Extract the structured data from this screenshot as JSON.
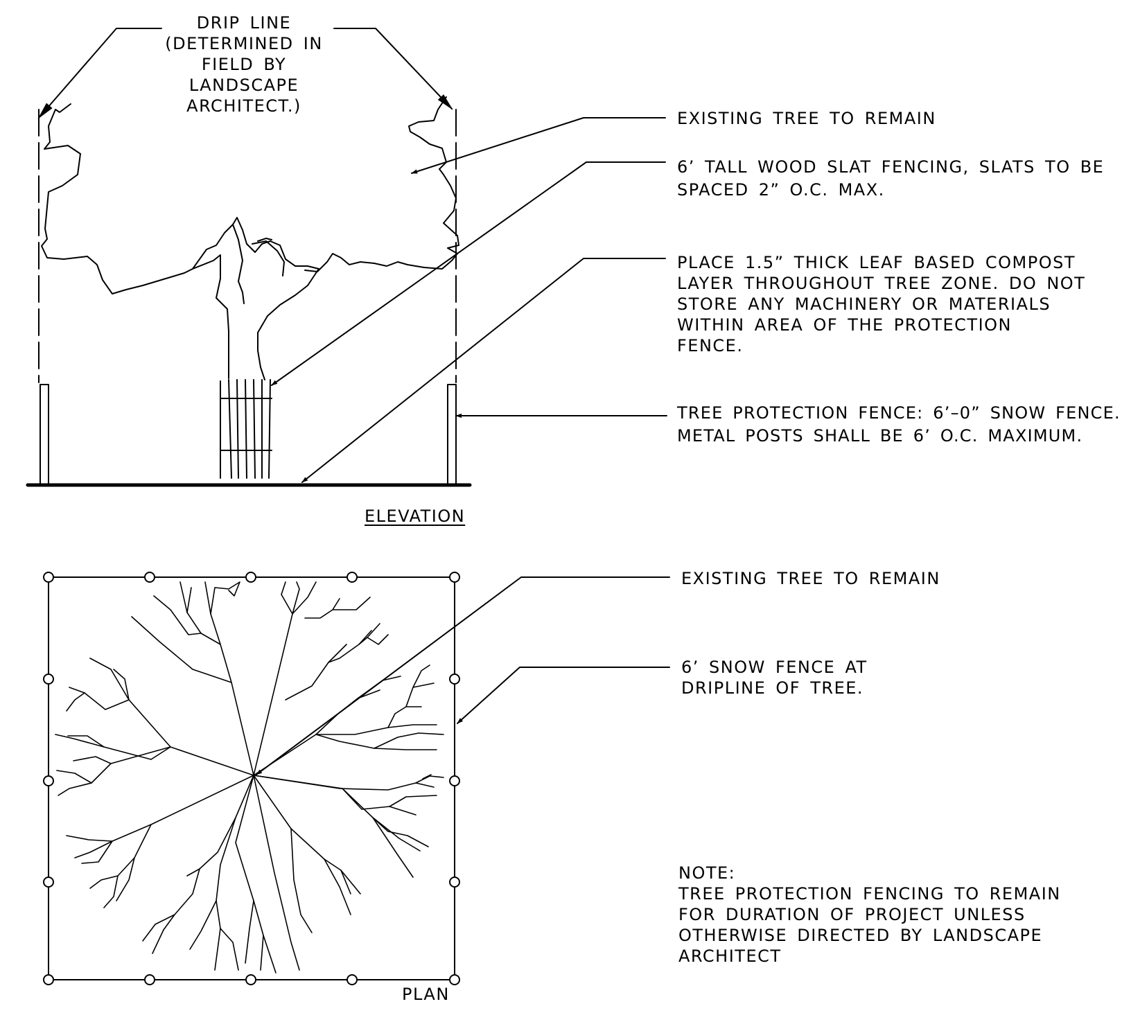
{
  "elevation": {
    "drip_line_label": [
      "DRIP LINE",
      "(DETERMINED IN",
      "FIELD BY",
      "LANDSCAPE",
      "ARCHITECT.)"
    ],
    "callouts": [
      {
        "id": "existing-tree",
        "lines": [
          "EXISTING TREE TO REMAIN"
        ]
      },
      {
        "id": "wood-slat-fencing",
        "lines": [
          "6’ TALL WOOD SLAT FENCING, SLATS TO BE",
          "SPACED 2” O.C. MAX."
        ]
      },
      {
        "id": "compost-layer",
        "lines": [
          "PLACE 1.5” THICK LEAF BASED COMPOST",
          "LAYER THROUGHOUT TREE ZONE. DO NOT",
          "STORE ANY MACHINERY OR MATERIALS",
          "WITHIN AREA OF THE PROTECTION",
          "FENCE."
        ]
      },
      {
        "id": "protection-fence",
        "lines": [
          "TREE PROTECTION FENCE: 6’–0” SNOW FENCE.",
          "METAL POSTS SHALL BE 6’ O.C. MAXIMUM."
        ]
      }
    ],
    "title": "ELEVATION"
  },
  "plan": {
    "callouts": [
      {
        "id": "existing-tree",
        "lines": [
          "EXISTING TREE TO REMAIN"
        ]
      },
      {
        "id": "snow-fence",
        "lines": [
          "6’ SNOW FENCE AT",
          "DRIPLINE OF TREE."
        ]
      }
    ],
    "note": [
      "NOTE:",
      "TREE PROTECTION FENCING TO REMAIN",
      "FOR DURATION OF PROJECT UNLESS",
      "OTHERWISE DIRECTED BY LANDSCAPE",
      "ARCHITECT"
    ],
    "title": "PLAN"
  },
  "colors": {
    "ink": "#000000",
    "paper": "#ffffff"
  }
}
